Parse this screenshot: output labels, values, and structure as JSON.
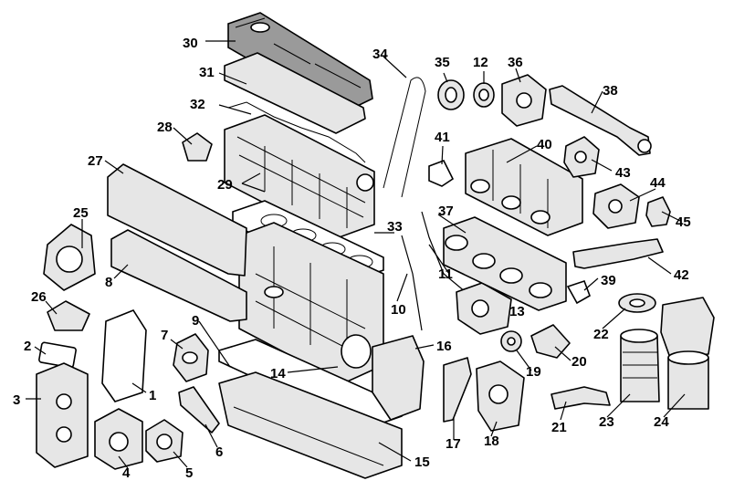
{
  "diagram": {
    "callouts": [
      "1",
      "2",
      "3",
      "4",
      "5",
      "6",
      "7",
      "8",
      "9",
      "10",
      "11",
      "12",
      "13",
      "14",
      "15",
      "16",
      "17",
      "18",
      "19",
      "20",
      "21",
      "22",
      "23",
      "24",
      "25",
      "26",
      "27",
      "28",
      "29",
      "30",
      "31",
      "32",
      "33",
      "34",
      "35",
      "36",
      "37",
      "38",
      "39",
      "40",
      "41",
      "42",
      "43",
      "44",
      "45"
    ]
  }
}
